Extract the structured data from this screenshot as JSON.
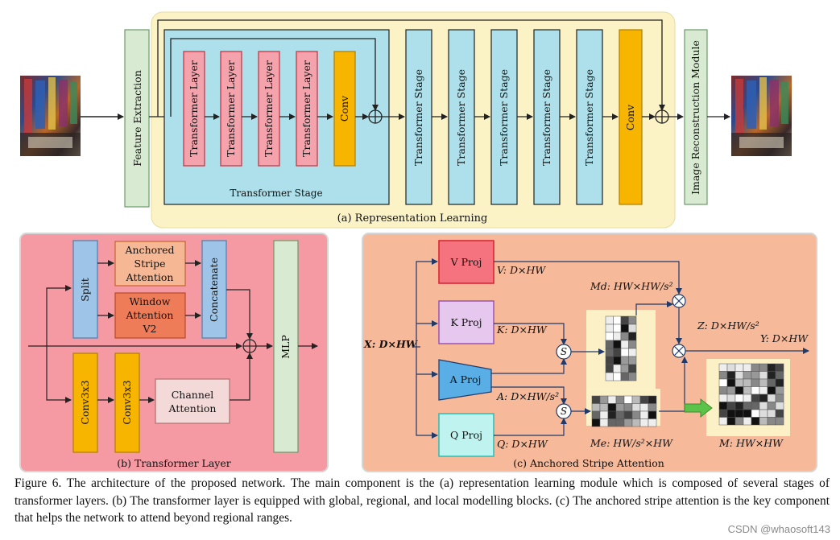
{
  "panel_a": {
    "title": "(a) Representation Learning",
    "feature_extraction": "Feature Extraction",
    "inner_group_label": "Transformer Stage",
    "inner_blocks": [
      "Transformer Layer",
      "Transformer Layer",
      "Transformer Layer",
      "Transformer Layer",
      "Conv"
    ],
    "stage_blocks": [
      "Transformer Stage",
      "Transformer Stage",
      "Transformer Stage",
      "Transformer Stage",
      "Transformer Stage",
      "Conv"
    ],
    "reconstruction": "Image Reconstruction Module"
  },
  "panel_b": {
    "title": "(b) Transformer Layer",
    "split": "Split",
    "anchored": [
      "Anchored",
      "Stripe",
      "Attention"
    ],
    "window": [
      "Window",
      "Attention",
      "V2"
    ],
    "concatenate": "Concatenate",
    "conv1": "Conv3x3",
    "conv2": "Conv3x3",
    "channel": [
      "Channel",
      "Attention"
    ],
    "mlp": "MLP"
  },
  "panel_c": {
    "title": "(c) Anchored Stripe Attention",
    "v_proj": "V Proj",
    "k_proj": "K Proj",
    "a_proj": "A Proj",
    "q_proj": "Q Proj",
    "x_label": "X: D×HW",
    "v_label": "V: D×HW",
    "k_label": "K: D×HW",
    "a_label": "A: D×HW/s²",
    "q_label": "Q: D×HW",
    "md_label": "Md: HW×HW/s²",
    "me_label": "Me: HW/s²×HW",
    "z_label": "Z: D×HW/s²",
    "y_label": "Y: D×HW",
    "m_label": "M: HW×HW",
    "s_symbol": "S"
  },
  "caption": "Figure 6. The architecture of the proposed network. The main component is the (a) representation learning module which is composed of several stages of transformer layers. (b) The transformer layer is equipped with global, regional, and local modelling blocks. (c) The anchored stripe attention is the key component that helps the network to attend beyond regional ranges.",
  "watermark": "CSDN @whaosoft143",
  "colors": {
    "panel_a_bg": "#fbf3c6",
    "stage_bg": "#ade0ea",
    "transformer_layer": "#f4a3ac",
    "conv": "#f7b500",
    "feature_box": "#d8ead1",
    "panel_b_bg": "#f59aa3",
    "panel_c_bg": "#f6b99a",
    "split_blue": "#9ec5e8",
    "anchored_box": "#f6b794",
    "window_box": "#ef7c58",
    "channel_box": "#f3d9d8"
  }
}
